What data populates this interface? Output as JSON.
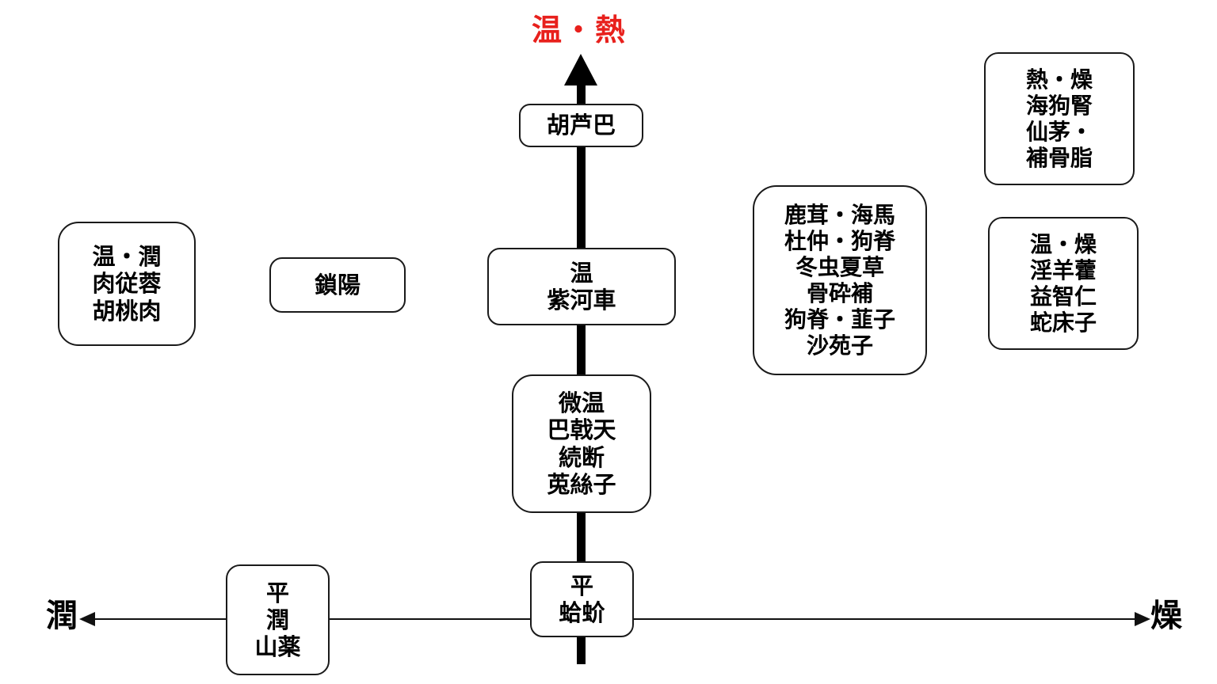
{
  "diagram": {
    "title_axis_top": "温・熱",
    "axis": {
      "left_label": "潤",
      "right_label": "燥",
      "top_label": "温・熱"
    },
    "colors": {
      "hot_label": "#e8201c",
      "box_border": "#1a1a1a",
      "axis": "#111111",
      "background": "#ffffff"
    },
    "nodes": {
      "warm_moist": {
        "lines": [
          "温・潤",
          "肉従蓉",
          "胡桃肉"
        ]
      },
      "suoyang": {
        "lines": [
          "鎖陽"
        ]
      },
      "ping_run": {
        "lines": [
          "平",
          "潤",
          "山薬"
        ]
      },
      "huluba": {
        "lines": [
          "胡芦巴"
        ]
      },
      "wen": {
        "lines": [
          "温",
          "紫河車"
        ]
      },
      "weiwen": {
        "lines": [
          "微温",
          "巴戟天",
          "続断",
          "莵絲子"
        ]
      },
      "ping_gejie": {
        "lines": [
          "平",
          "蛤蚧"
        ]
      },
      "big_right": {
        "lines": [
          "鹿茸・海馬",
          "杜仲・狗脊",
          "冬虫夏草",
          "骨砕補",
          "狗脊・韮子",
          "沙苑子"
        ]
      },
      "hot_dry": {
        "lines": [
          "熱・燥",
          "海狗腎",
          "仙茅・",
          "補骨脂"
        ]
      },
      "warm_dry": {
        "lines": [
          "温・燥",
          "淫羊藿",
          "益智仁",
          "蛇床子"
        ]
      }
    }
  }
}
